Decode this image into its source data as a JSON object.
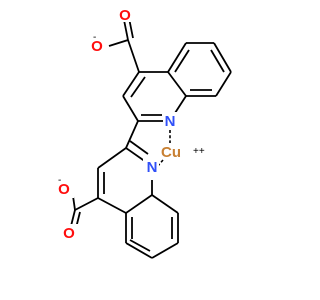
{
  "colors": {
    "bond": "#000000",
    "oxygen": "#ff0d0d",
    "nitrogen": "#3050f8",
    "copper": "#c88033",
    "background": "#ffffff"
  },
  "labels": {
    "o_top_carbonyl": "O",
    "o_top_anion": "O",
    "o_top_charge": "-",
    "n_top": "N",
    "cu": "Cu",
    "cu_charge": "++",
    "n_bottom": "N",
    "o_bottom_anion": "O",
    "o_bottom_charge": "-",
    "o_bottom_carbonyl": "O"
  }
}
